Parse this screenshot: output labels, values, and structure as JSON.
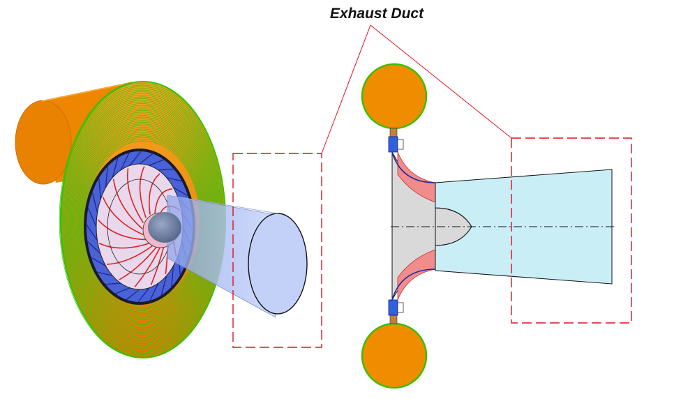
{
  "title": "Exhaust Duct",
  "colors": {
    "volute": "#f08c00",
    "volute_rib": "#38c000",
    "highlight_box": "#e01020",
    "duct_fill": "#c9eef6",
    "hub": "#d8d8d8",
    "rotor_blade": "#f08a8a",
    "nozzle": "#3050e0",
    "duct_3d": "#b8c8f4"
  },
  "icons": {
    "left_view": "turbine-3d-assembly",
    "right_view": "turbine-meridional-section"
  }
}
